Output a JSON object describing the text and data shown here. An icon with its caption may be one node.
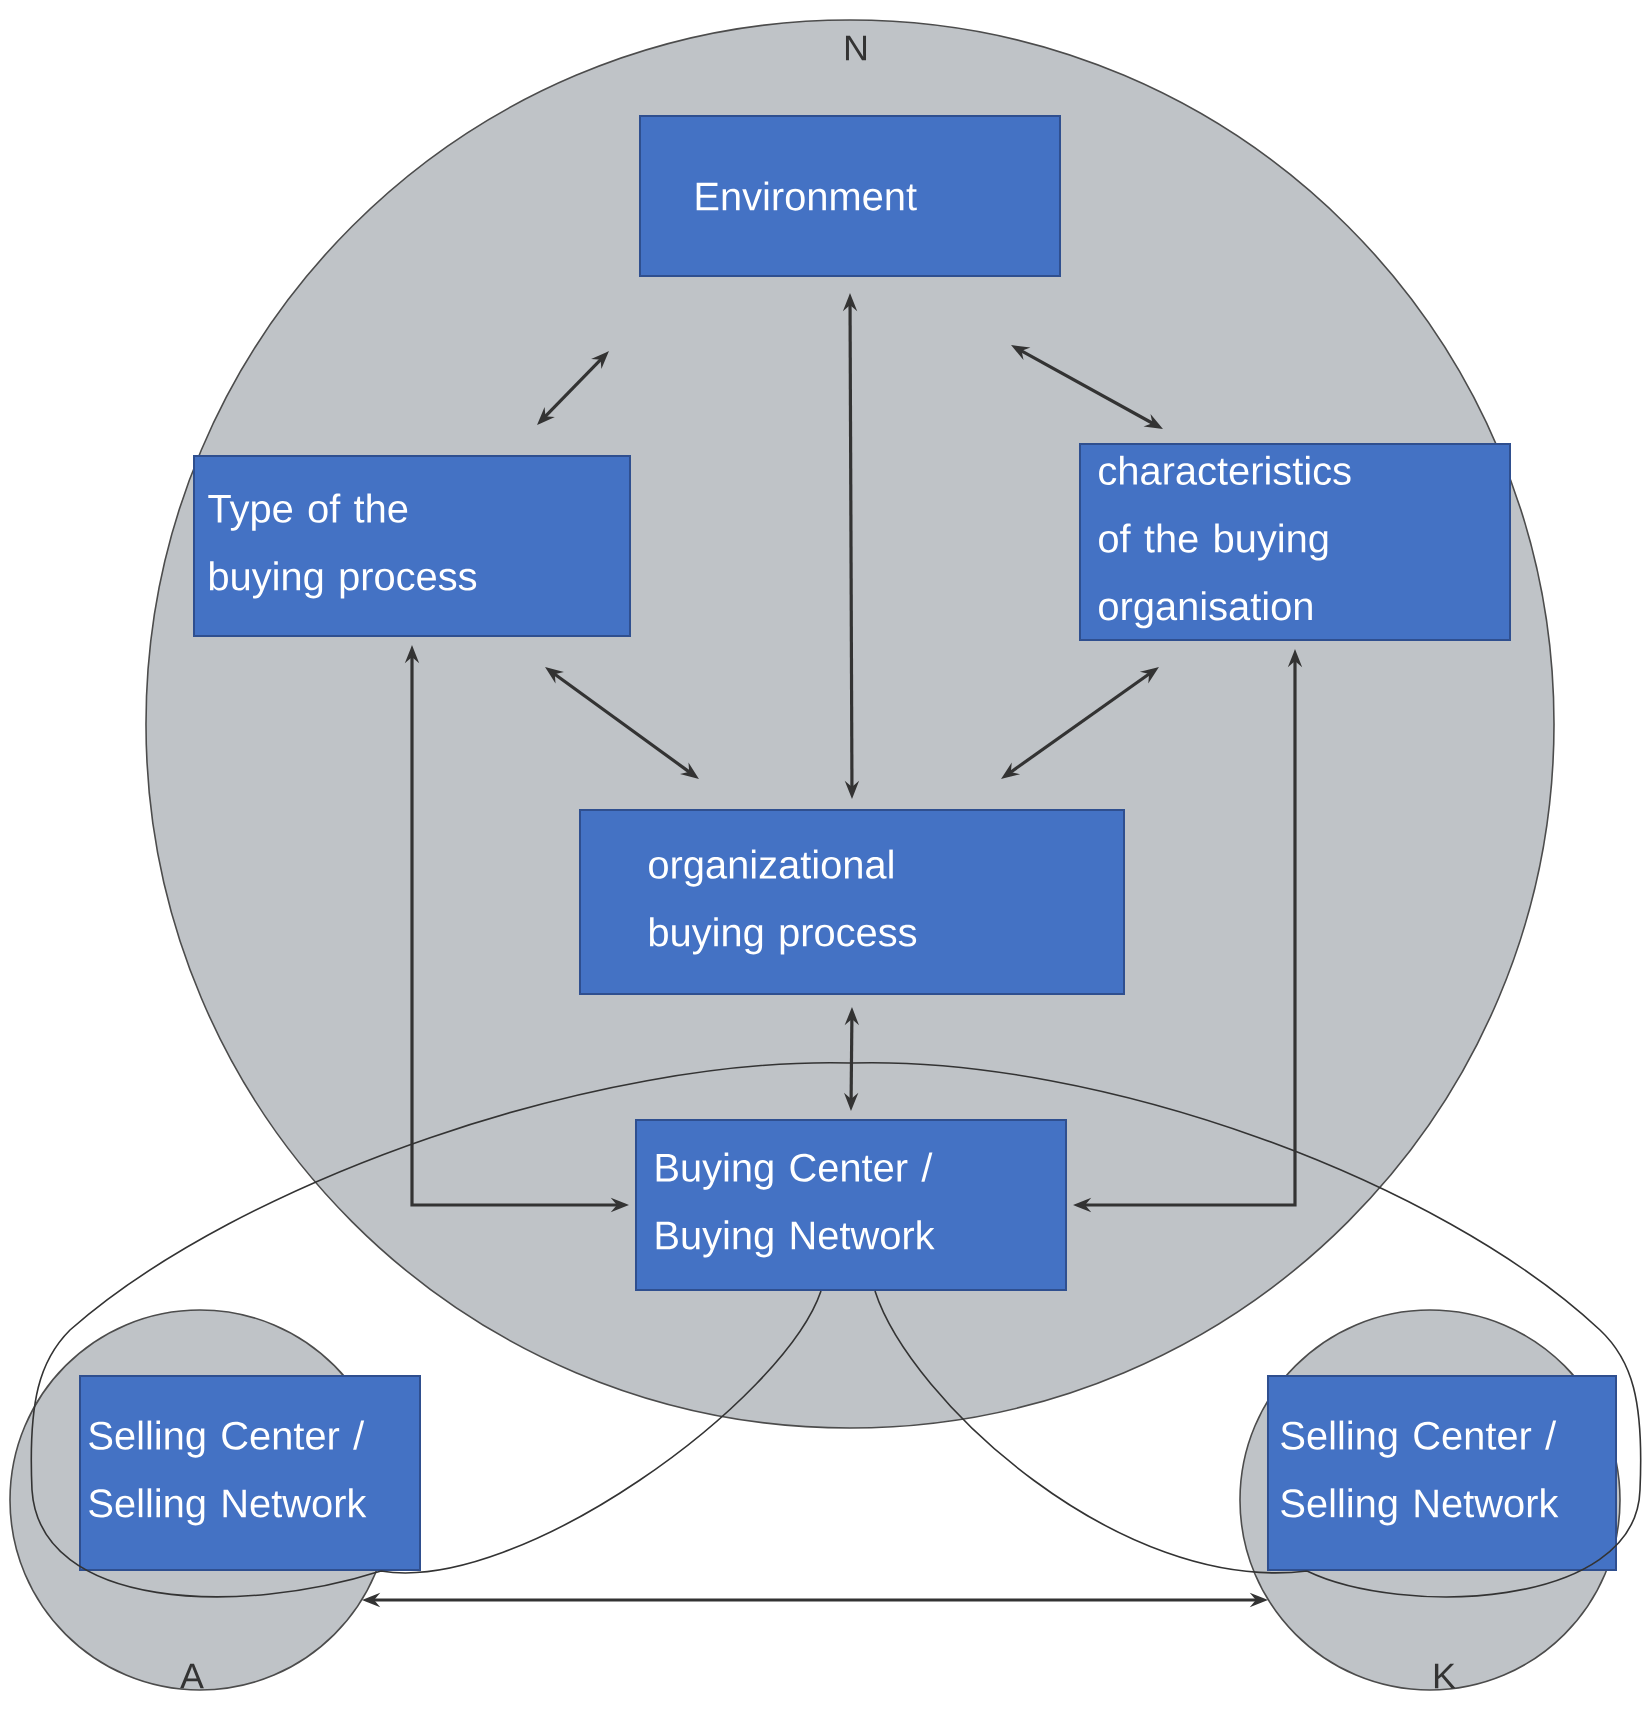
{
  "diagram": {
    "nodes": [
      {
        "text": [
          "N"
        ]
      },
      {
        "text": [
          "Environment"
        ],
        "in": 0
      },
      {
        "text": [
          "Type of the buying process"
        ],
        "in": 0
      },
      {
        "text": [
          "characteristics of the buying organisation"
        ],
        "in": 0
      },
      {
        "text": [
          "organizational buying process"
        ],
        "in": 0
      },
      {
        "text": [
          "Buying Center / Buying Network"
        ],
        "in": 0
      },
      {
        "text": [
          "A"
        ]
      },
      {
        "text": [
          "Selling Center / Selling Network"
        ],
        "in": 6
      },
      {
        "text": [
          "K"
        ]
      },
      {
        "text": [
          "Selling Center / Selling Network"
        ],
        "in": 8
      }
    ],
    "edges": [
      {
        "from": 1,
        "to": 2,
        "arrow": "both"
      },
      {
        "from": 1,
        "to": 3,
        "arrow": "both"
      },
      {
        "from": 1,
        "to": 4,
        "arrow": "both"
      },
      {
        "from": 2,
        "to": 4,
        "arrow": "both"
      },
      {
        "from": 3,
        "to": 4,
        "arrow": "both"
      },
      {
        "from": 4,
        "to": 5,
        "arrow": "both"
      },
      {
        "from": 2,
        "to": 5,
        "arrow": "both"
      },
      {
        "from": 3,
        "to": 5,
        "arrow": "both"
      },
      {
        "from": 5,
        "to": 7,
        "arrow": "none"
      },
      {
        "from": 5,
        "to": 9,
        "arrow": "none"
      },
      {
        "from": 6,
        "to": 8,
        "arrow": "both"
      }
    ]
  }
}
